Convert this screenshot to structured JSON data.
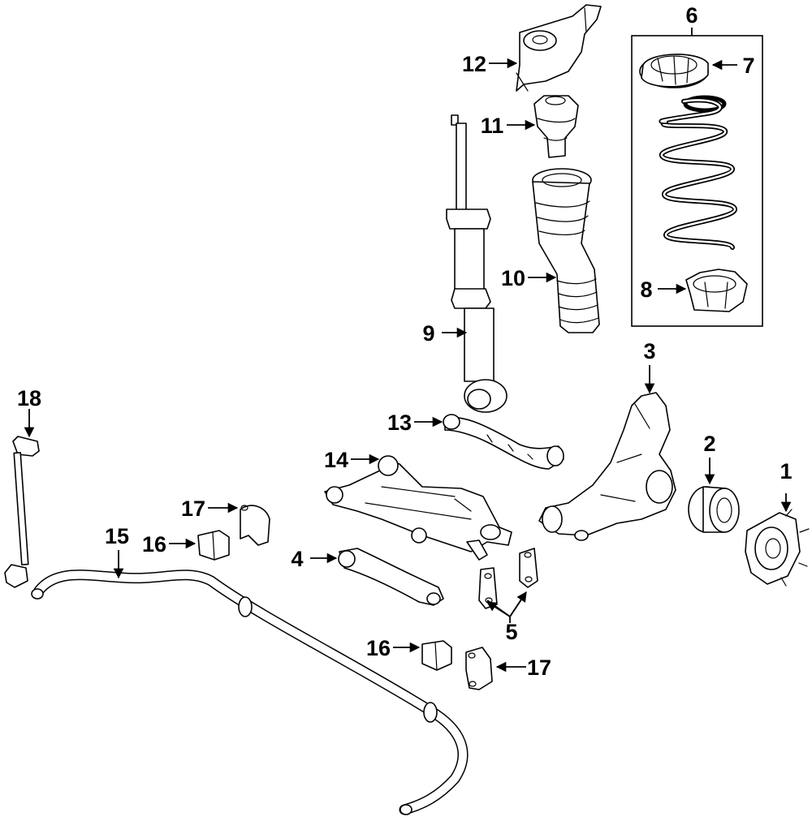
{
  "callouts": {
    "c1": "1",
    "c2": "2",
    "c3": "3",
    "c4": "4",
    "c5": "5",
    "c6": "6",
    "c7": "7",
    "c8": "8",
    "c9": "9",
    "c10": "10",
    "c11": "11",
    "c12": "12",
    "c13": "13",
    "c14": "14",
    "c15": "15",
    "c16a": "16",
    "c16b": "16",
    "c17a": "17",
    "c17b": "17",
    "c18": "18"
  },
  "colors": {
    "line": "#000000",
    "background": "#ffffff"
  }
}
